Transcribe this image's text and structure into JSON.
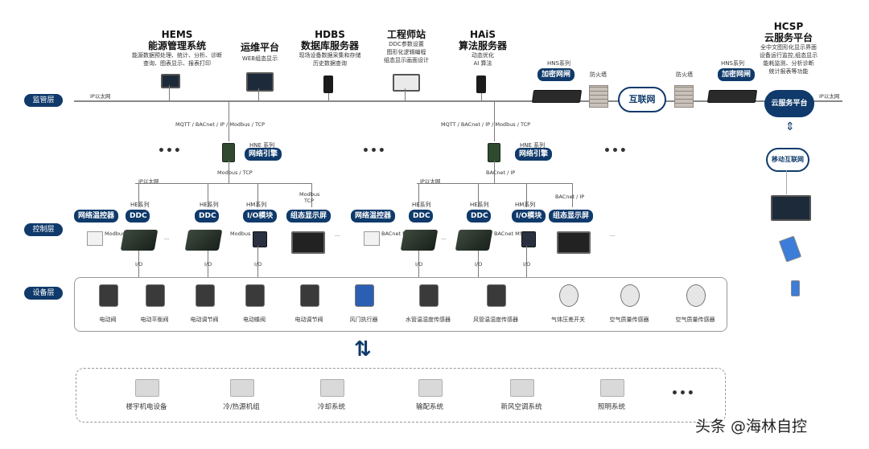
{
  "top_systems": {
    "hems": {
      "title_1": "HEMS",
      "title_2": "能源管理系统",
      "desc_1": "能源数据预处理、统计、分析、诊断",
      "desc_2": "查询、图表显示、报表打印"
    },
    "ops": {
      "title": "运维平台",
      "desc": "WEB组态显示"
    },
    "hdbs": {
      "title_1": "HDBS",
      "title_2": "数据库服务器",
      "desc_1": "现场设备数据采集和存储",
      "desc_2": "历史数据查询"
    },
    "eng": {
      "title": "工程师站",
      "desc_1": "DDC参数设置",
      "desc_2": "图形化逻辑编程",
      "desc_3": "组态显示画面设计"
    },
    "hais": {
      "title_1": "HAiS",
      "title_2": "算法服务器",
      "desc_1": "动态优化",
      "desc_2": "AI 算法"
    },
    "hcsp": {
      "title_1": "HCSP",
      "title_2": "云服务平台",
      "desc_1": "全中文图形化显示界面",
      "desc_2": "设备运行监控,组态显示",
      "desc_3": "能耗监测、分析诊断",
      "desc_4": "统计报表等功能"
    }
  },
  "network": {
    "ip_ethernet_left": "IP以太网",
    "ip_ethernet_right": "IP以太网",
    "hns_series": "HNS系列",
    "encrypt_gateway": "加密网闸",
    "firewall": "防火墙",
    "internet": "互联网",
    "cloud_platform": "云服务平台",
    "mobile_internet": "移动互联网"
  },
  "layers": {
    "monitor": "监管层",
    "control": "控制层",
    "device": "设备层"
  },
  "engine_groups": [
    {
      "protocol_top": "MQTT / BACnet / IP / Modbus / TCP",
      "series": "HNE 系列",
      "label": "网络引擎",
      "protocol_bottom": "Modbus / TCP",
      "ip": "IP以太网",
      "series_ddc": "HE系列",
      "series_ddc2": "HE系列",
      "series_io": "HM系列",
      "io_label": "I/O模块",
      "screen_proto_1": "Modbus",
      "screen_proto_2": "TCP",
      "thermostat": "网络温控器",
      "ddc": "DDC",
      "screen": "组态显示屏",
      "bus_tag": "Modbus RTU"
    },
    {
      "protocol_top": "MQTT / BACnet / IP / Modbus / TCP",
      "series": "HNE 系列",
      "label": "网络引擎",
      "protocol_bottom": "BACnet / IP",
      "ip": "IP以太网",
      "series_ddc": "HE系列",
      "series_ddc2": "HE系列",
      "series_io": "HM系列",
      "io_label": "I/O模块",
      "screen_proto_1": "BACnet / IP",
      "screen_proto_2": "",
      "thermostat": "网络温控器",
      "ddc": "DDC",
      "screen": "组态显示屏",
      "bus_tag": "BACnet MS/TP"
    }
  ],
  "io_label": "I/O",
  "devices": [
    "电动阀",
    "电动平衡阀",
    "电动调节阀",
    "电动蝶阀",
    "电动调节阀",
    "风门执行器",
    "水管温湿度传感器",
    "风管温湿度传感器",
    "气体压差开关",
    "空气质量传感器",
    "空气质量传感器"
  ],
  "subsystems": [
    "楼宇机电设备",
    "冷/热源机组",
    "冷却系统",
    "输配系统",
    "新风空调系统",
    "照明系统"
  ],
  "ellipsis": "•••",
  "ellipsis_small": "...",
  "watermark": "头条 @海林自控",
  "colors": {
    "accent": "#0f3a6b",
    "line": "#7a7a7a"
  }
}
